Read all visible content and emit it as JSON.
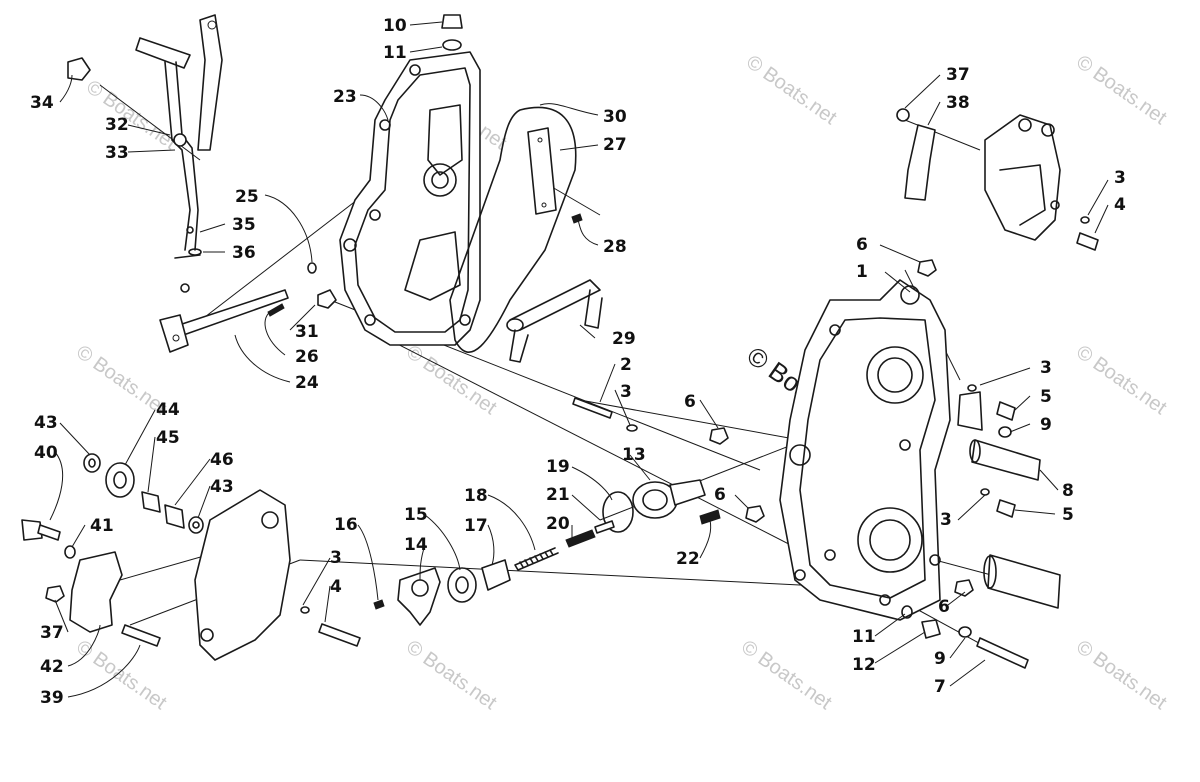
{
  "watermark": {
    "small_text": "© Boats.net",
    "center_text": "© Boats.net"
  },
  "callouts": {
    "c10": "10",
    "c11a": "11",
    "c23": "23",
    "c30": "30",
    "c27": "27",
    "c28": "28",
    "c25": "25",
    "c35": "35",
    "c36": "36",
    "c31": "31",
    "c26": "26",
    "c24": "24",
    "c29": "29",
    "c34": "34",
    "c32": "32",
    "c33": "33",
    "c37a": "37",
    "c38": "38",
    "c3a": "3",
    "c4a": "4",
    "c6a": "6",
    "c1": "1",
    "c3b": "3",
    "c5a": "5",
    "c9a": "9",
    "c8": "8",
    "c3c": "3",
    "c5b": "5",
    "c6b": "6",
    "c6c": "6",
    "c6d": "6",
    "c11b": "11",
    "c12": "12",
    "c9b": "9",
    "c7": "7",
    "c2": "2",
    "c3d": "3",
    "c13": "13",
    "c19": "19",
    "c21": "21",
    "c20": "20",
    "c22": "22",
    "c18": "18",
    "c17": "17",
    "c15": "15",
    "c14": "14",
    "c16": "16",
    "c3e": "3",
    "c4b": "4",
    "c43a": "43",
    "c44": "44",
    "c40": "40",
    "c45": "45",
    "c46": "46",
    "c43b": "43",
    "c41": "41",
    "c37b": "37",
    "c42": "42",
    "c39": "39"
  }
}
